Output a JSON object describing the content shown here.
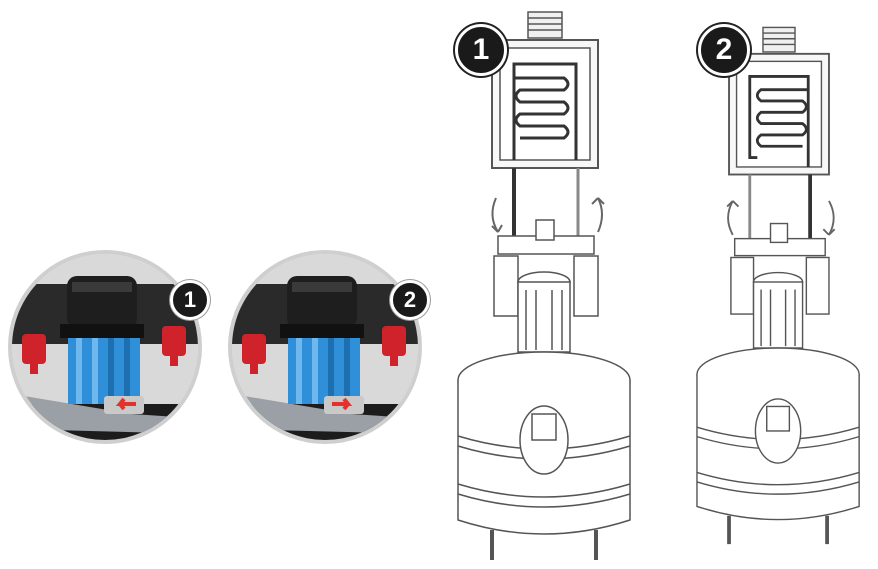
{
  "steps": [
    {
      "label": "1"
    },
    {
      "label": "2"
    }
  ],
  "colors": {
    "motor_blue": "#2f8fd8",
    "valve_red": "#d0222b",
    "arrow_red": "#e2322b",
    "outline": "#555555",
    "badge": "#1a1a1a"
  },
  "icons": [
    "pump-photo",
    "rotation-arrow-icon",
    "heater-coil",
    "valve-handle"
  ]
}
